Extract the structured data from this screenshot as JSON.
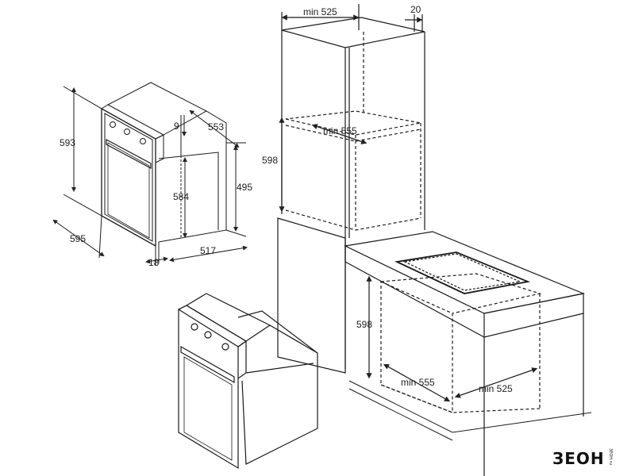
{
  "brand": {
    "name": "ЗЕОН",
    "tagline": "ЗЕОН.ru"
  },
  "oven_dims": {
    "height": "593",
    "width": "595",
    "depth": "553",
    "panel": "9",
    "inner_height": "584",
    "body_height": "495",
    "front": "18",
    "body_depth": "517"
  },
  "cabinet_dims": {
    "top_width": "min 525",
    "gap": "20",
    "column_width": "min 555",
    "column_height": "598",
    "under_height": "598",
    "under_width": "min 555",
    "under_depth": "min 525"
  },
  "colors": {
    "line": "#1a1a1a",
    "bg": "#ffffff"
  }
}
